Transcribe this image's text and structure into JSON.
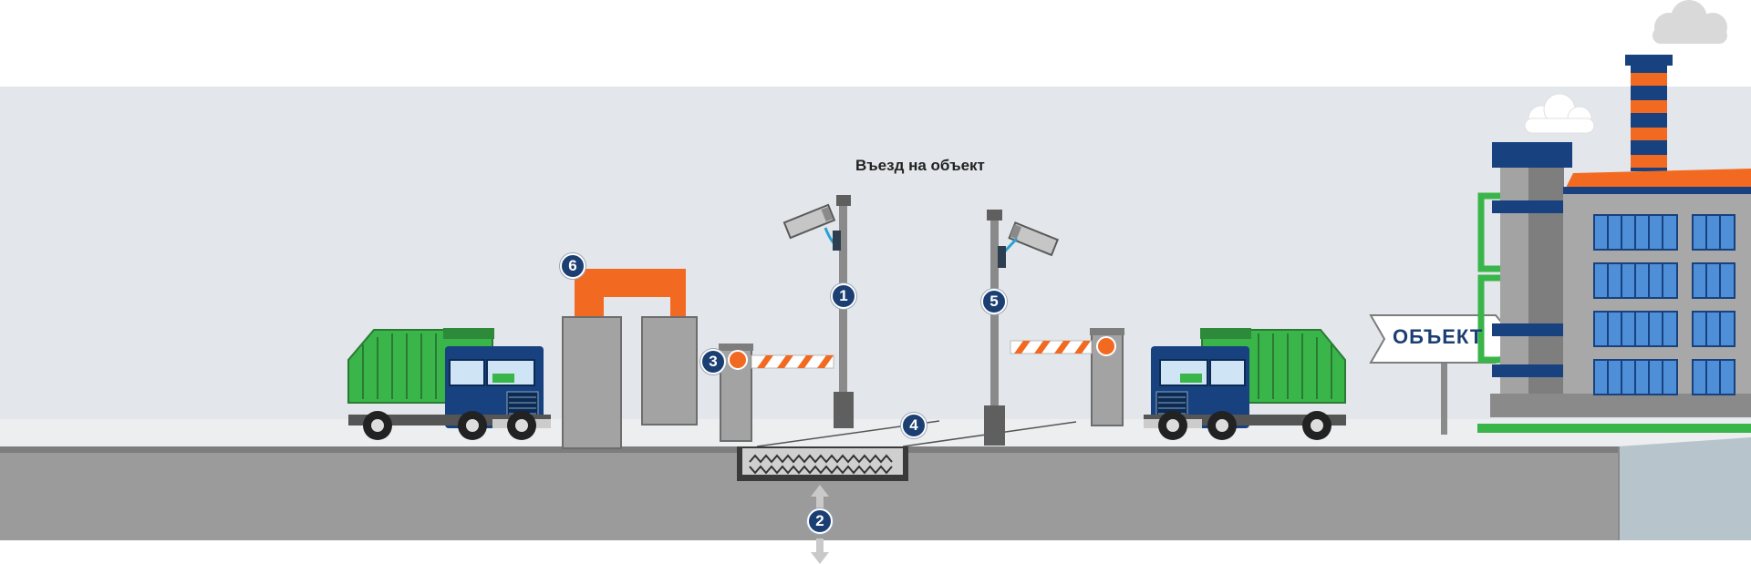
{
  "title": "Въезд на объект",
  "sign": {
    "label": "ОБЪЕКТ"
  },
  "markers": [
    {
      "id": "1",
      "label": "1"
    },
    {
      "id": "2",
      "label": "2"
    },
    {
      "id": "3",
      "label": "3"
    },
    {
      "id": "4",
      "label": "4"
    },
    {
      "id": "5",
      "label": "5"
    },
    {
      "id": "6",
      "label": "6"
    }
  ],
  "colors": {
    "sky": "#e3e6ea",
    "road": "#9b9b9b",
    "marker": "#1c3f73",
    "accent_orange": "#f26a21",
    "truck_green": "#3ab54a",
    "truck_blue": "#17417f",
    "factory_window": "#4e8fd8"
  },
  "icons": [
    "camera-icon",
    "barrier-icon",
    "truck-icon",
    "factory-icon",
    "arch-detector-icon",
    "spike-strip-icon"
  ]
}
